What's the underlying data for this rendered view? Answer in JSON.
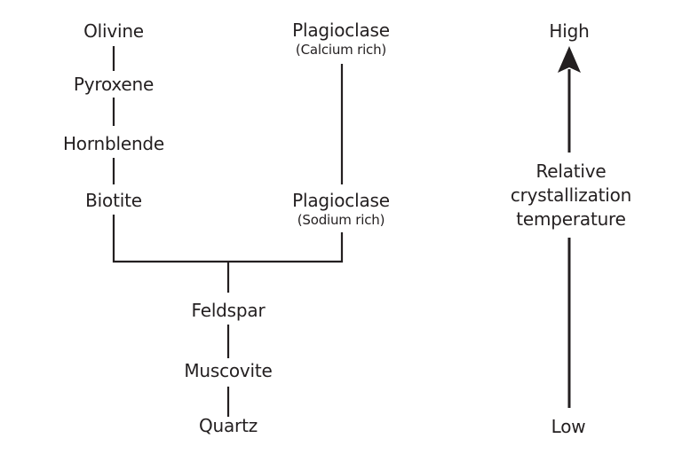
{
  "diagram": {
    "discontinuous_series": {
      "minerals": [
        "Olivine",
        "Pyroxene",
        "Hornblende",
        "Biotite"
      ]
    },
    "continuous_series": {
      "top": {
        "name": "Plagioclase",
        "note": "(Calcium rich)"
      },
      "bottom": {
        "name": "Plagioclase",
        "note": "(Sodium rich)"
      }
    },
    "merged_series": {
      "minerals": [
        "Feldspar",
        "Muscovite",
        "Quartz"
      ]
    },
    "temperature_axis": {
      "high_label": "High",
      "low_label": "Low",
      "title_lines": [
        "Relative",
        "crystallization",
        "temperature"
      ]
    },
    "line_color": "#231f20"
  }
}
